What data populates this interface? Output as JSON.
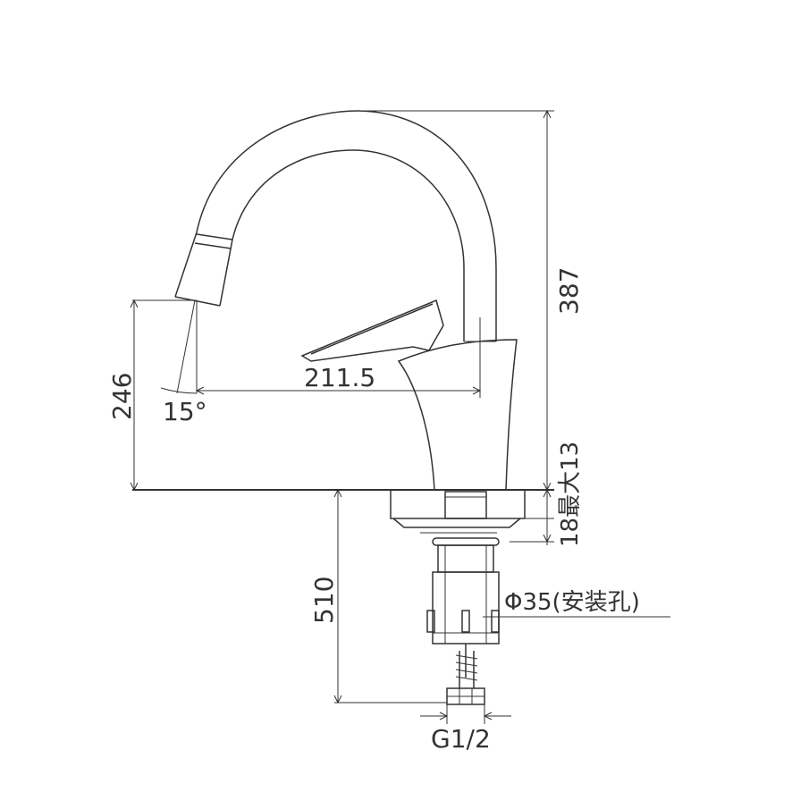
{
  "dimensions": {
    "total_height": "387",
    "spout_height": "246",
    "spout_angle": "15°",
    "spout_reach": "211.5",
    "deck_thickness": "18最大13",
    "hose_length": "510",
    "mount_hole": "Φ35(安装孔)",
    "inlet_thread": "G1/2"
  },
  "colors": {
    "line": "#333333",
    "background": "#ffffff"
  }
}
